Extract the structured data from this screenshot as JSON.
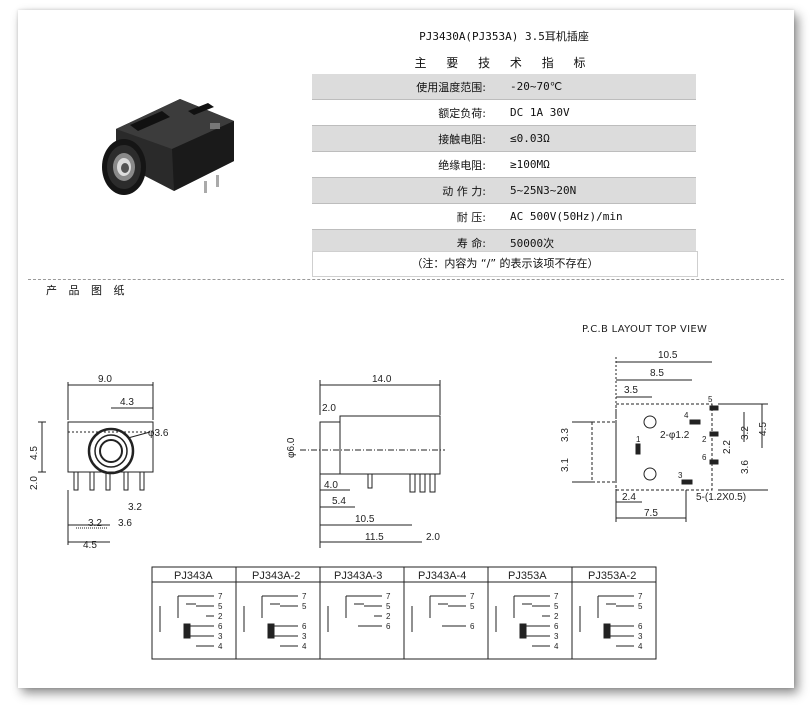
{
  "header": {
    "title": "PJ3430A(PJ353A) 3.5耳机插座",
    "subtitle": "主 要 技 术 指 标"
  },
  "specs": [
    {
      "label": "使用温度范围:",
      "value": "-20~70℃"
    },
    {
      "label": "额定负荷:",
      "value": "DC 1A 30V"
    },
    {
      "label": "接触电阻:",
      "value": "≤0.03Ω"
    },
    {
      "label": "绝缘电阻:",
      "value": "≥100MΩ"
    },
    {
      "label": "动 作 力:",
      "value": "5~25N3~20N"
    },
    {
      "label": "耐  压:",
      "value": "AC 500V(50Hz)/min"
    },
    {
      "label": "寿  命:",
      "value": "50000次"
    }
  ],
  "note": "（注：内容为 “/” 的表示该项不存在）",
  "section_label": "产 品 图 纸",
  "front_view": {
    "dims": {
      "width": "9.0",
      "top_offset": "4.3",
      "hole": "φ3.6",
      "height": "4.5",
      "pin_len": "2.0",
      "pin_a": "3.2",
      "pin_b": "3.6",
      "pin_c": "3.2",
      "base": "4.5"
    }
  },
  "side_view": {
    "dims": {
      "length": "14.0",
      "lip": "2.0",
      "diameter": "φ6.0",
      "d1": "4.0",
      "d2": "5.4",
      "d3": "10.5",
      "d4": "11.5",
      "d5": "2.0"
    }
  },
  "pcb": {
    "title": "P.C.B LAYOUT    TOP VIEW",
    "dims": {
      "w1": "10.5",
      "w2": "8.5",
      "w3": "3.5",
      "hole": "2-φ1.2",
      "r1": "4.5",
      "r2": "3.2",
      "r3": "2.2",
      "r4": "3.6",
      "l1": "3.3",
      "l2": "3.1",
      "b1": "2.4",
      "b2": "7.5",
      "pad": "5-(1.2X0.5)"
    },
    "pin_numbers": [
      "5",
      "4",
      "1",
      "2",
      "6",
      "3"
    ]
  },
  "variants": [
    {
      "name": "PJ343A",
      "pins": [
        "7",
        "5",
        "2",
        "6",
        "3",
        "4"
      ]
    },
    {
      "name": "PJ343A-2",
      "pins": [
        "7",
        "5",
        "6",
        "3",
        "4"
      ]
    },
    {
      "name": "PJ343A-3",
      "pins": [
        "7",
        "5",
        "2",
        "6"
      ]
    },
    {
      "name": "PJ343A-4",
      "pins": [
        "7",
        "5",
        "6"
      ]
    },
    {
      "name": "PJ353A",
      "pins": [
        "7",
        "5",
        "2",
        "6",
        "3",
        "4"
      ]
    },
    {
      "name": "PJ353A-2",
      "pins": [
        "7",
        "5",
        "6",
        "3",
        "4"
      ]
    }
  ]
}
